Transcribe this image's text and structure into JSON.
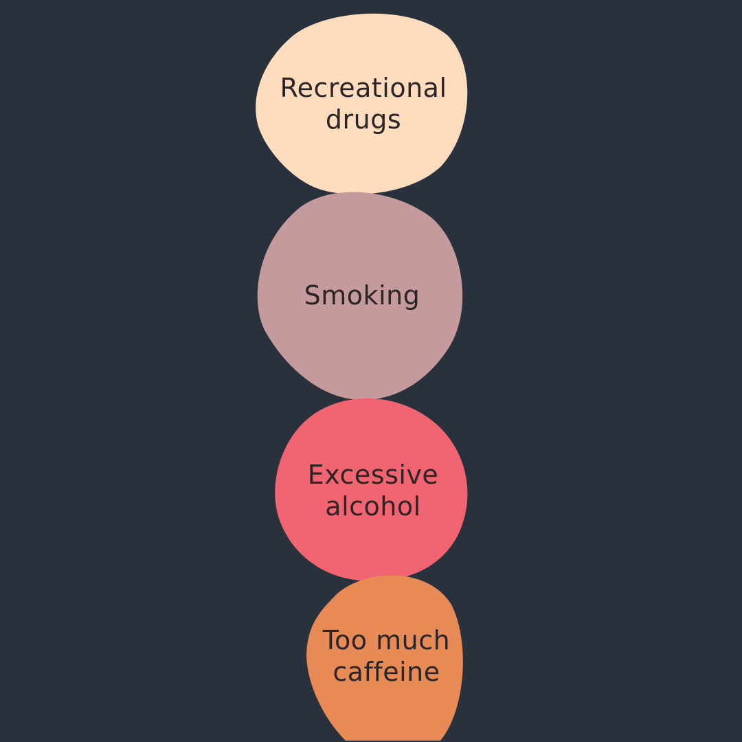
{
  "background": "#28313c",
  "text_color": "#2d2426",
  "items": [
    {
      "lines": [
        "Recreational",
        "drugs"
      ],
      "color": "#fedcbe"
    },
    {
      "lines": [
        "Smoking"
      ],
      "color": "#c59a9c"
    },
    {
      "lines": [
        "Excessive",
        "alcohol"
      ],
      "color": "#f06571"
    },
    {
      "lines": [
        "Too much",
        "caffeine"
      ],
      "color": "#e88a55"
    }
  ]
}
